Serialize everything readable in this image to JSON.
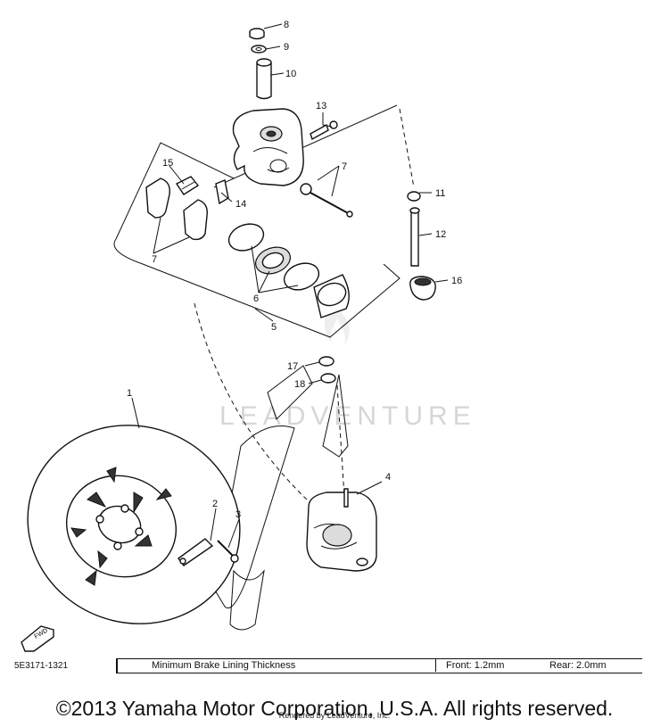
{
  "watermark": "LEADVENTURE",
  "callouts": [
    "8",
    "9",
    "10",
    "13",
    "7",
    "15",
    "14",
    "7",
    "11",
    "12",
    "16",
    "6",
    "5",
    "17",
    "18",
    "1",
    "4",
    "2",
    "3"
  ],
  "fwd_label": "FWD",
  "ref_code": "5E3171-1321",
  "spec": {
    "label": "Minimum Brake Lining Thickness",
    "front": "Front: 1.2mm",
    "rear": "Rear: 2.0mm"
  },
  "copyright": "©2013 Yamaha Motor Corporation, U.S.A. All rights reserved.",
  "rendered_by": "Rendered by LeadVenture, Inc."
}
